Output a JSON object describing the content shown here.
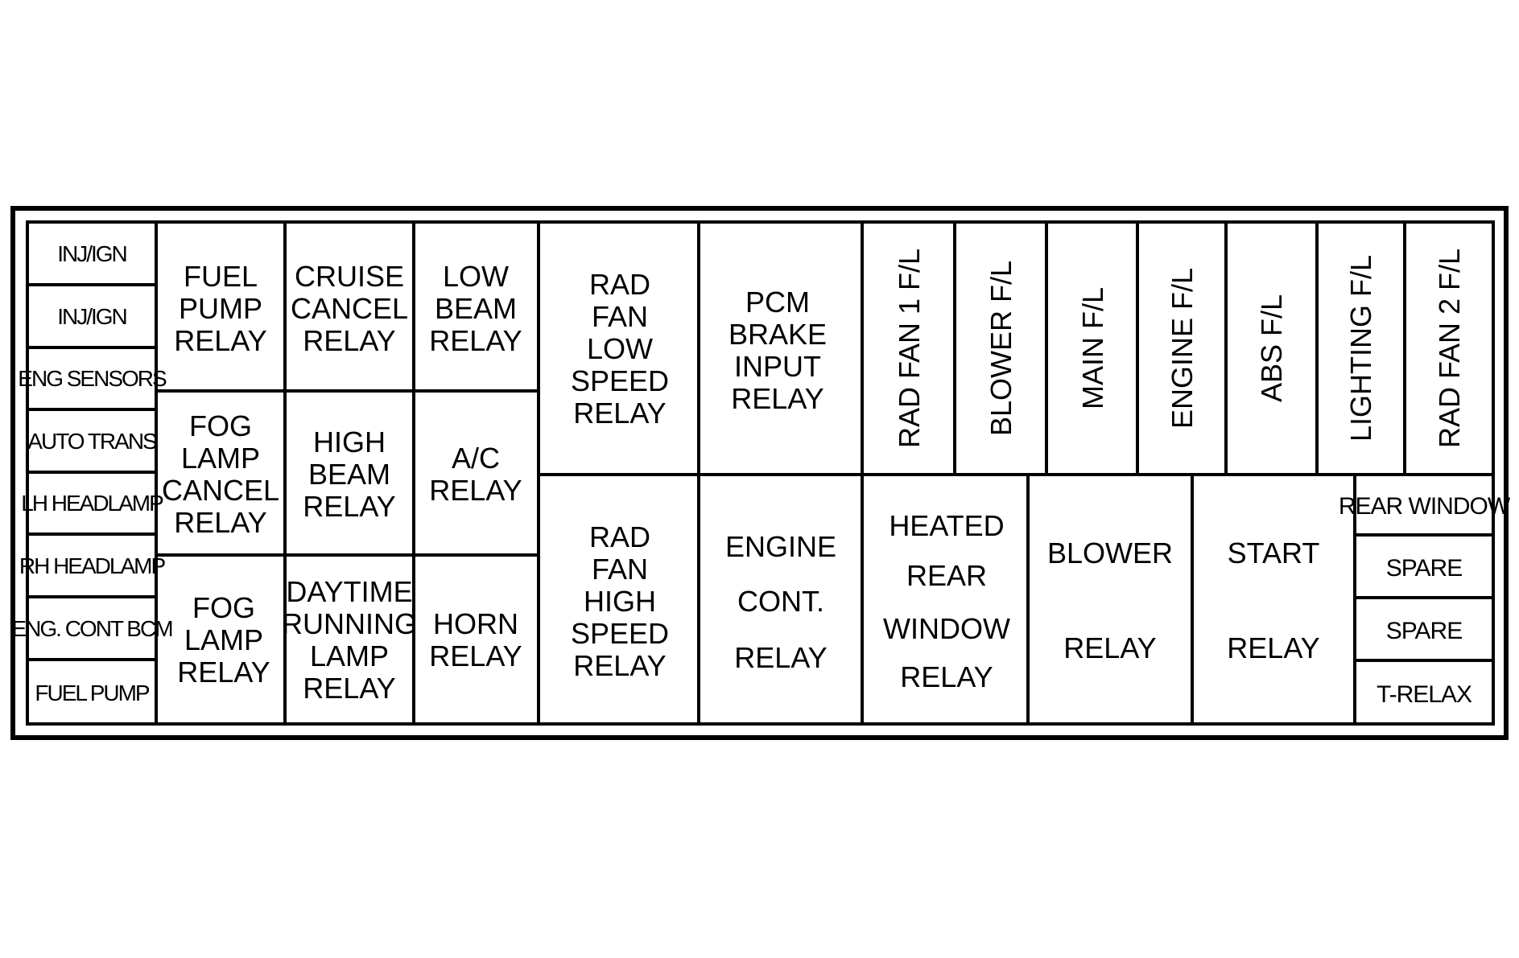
{
  "fuse_box": {
    "left_column": [
      "INJ/IGN",
      "INJ/IGN",
      "ENG SENSORS",
      "AUTO TRANS",
      "LH HEADLAMP",
      "RH HEADLAMP",
      "ENG. CONT BCM",
      "FUEL PUMP"
    ],
    "relays": {
      "fuel_pump_relay": [
        "FUEL",
        "PUMP",
        "RELAY"
      ],
      "cruise_cancel_relay": [
        "CRUISE",
        "CANCEL",
        "RELAY"
      ],
      "low_beam_relay": [
        "LOW",
        "BEAM",
        "RELAY"
      ],
      "fog_lamp_cancel_relay": [
        "FOG",
        "LAMP",
        "CANCEL",
        "RELAY"
      ],
      "high_beam_relay": [
        "HIGH",
        "BEAM",
        "RELAY"
      ],
      "ac_relay": [
        "A/C",
        "RELAY"
      ],
      "fog_lamp_relay": [
        "FOG",
        "LAMP",
        "RELAY"
      ],
      "daytime_running_lamp_relay": [
        "DAYTIME",
        "RUNNING",
        "LAMP",
        "RELAY"
      ],
      "horn_relay": [
        "HORN",
        "RELAY"
      ],
      "rad_fan_low_speed_relay": [
        "RAD",
        "FAN",
        "LOW",
        "SPEED",
        "RELAY"
      ],
      "rad_fan_high_speed_relay": [
        "RAD",
        "FAN",
        "HIGH",
        "SPEED",
        "RELAY"
      ],
      "pcm_brake_input_relay": [
        "PCM",
        "BRAKE",
        "INPUT",
        "RELAY"
      ],
      "engine_cont_relay": [
        "ENGINE",
        "CONT.",
        "RELAY"
      ],
      "heated_rear_window_relay": [
        "HEATED",
        "REAR",
        "WINDOW",
        "RELAY"
      ],
      "blower_relay": [
        "BLOWER",
        "RELAY"
      ],
      "start_relay": [
        "START",
        "RELAY"
      ]
    },
    "fusible_links": [
      "RAD FAN 1 F/L",
      "BLOWER F/L",
      "MAIN F/L",
      "ENGINE F/L",
      "ABS F/L",
      "LIGHTING F/L",
      "RAD FAN 2 F/L"
    ],
    "right_column": [
      "REAR WINDOW",
      "SPARE",
      "SPARE",
      "T-RELAX"
    ]
  }
}
